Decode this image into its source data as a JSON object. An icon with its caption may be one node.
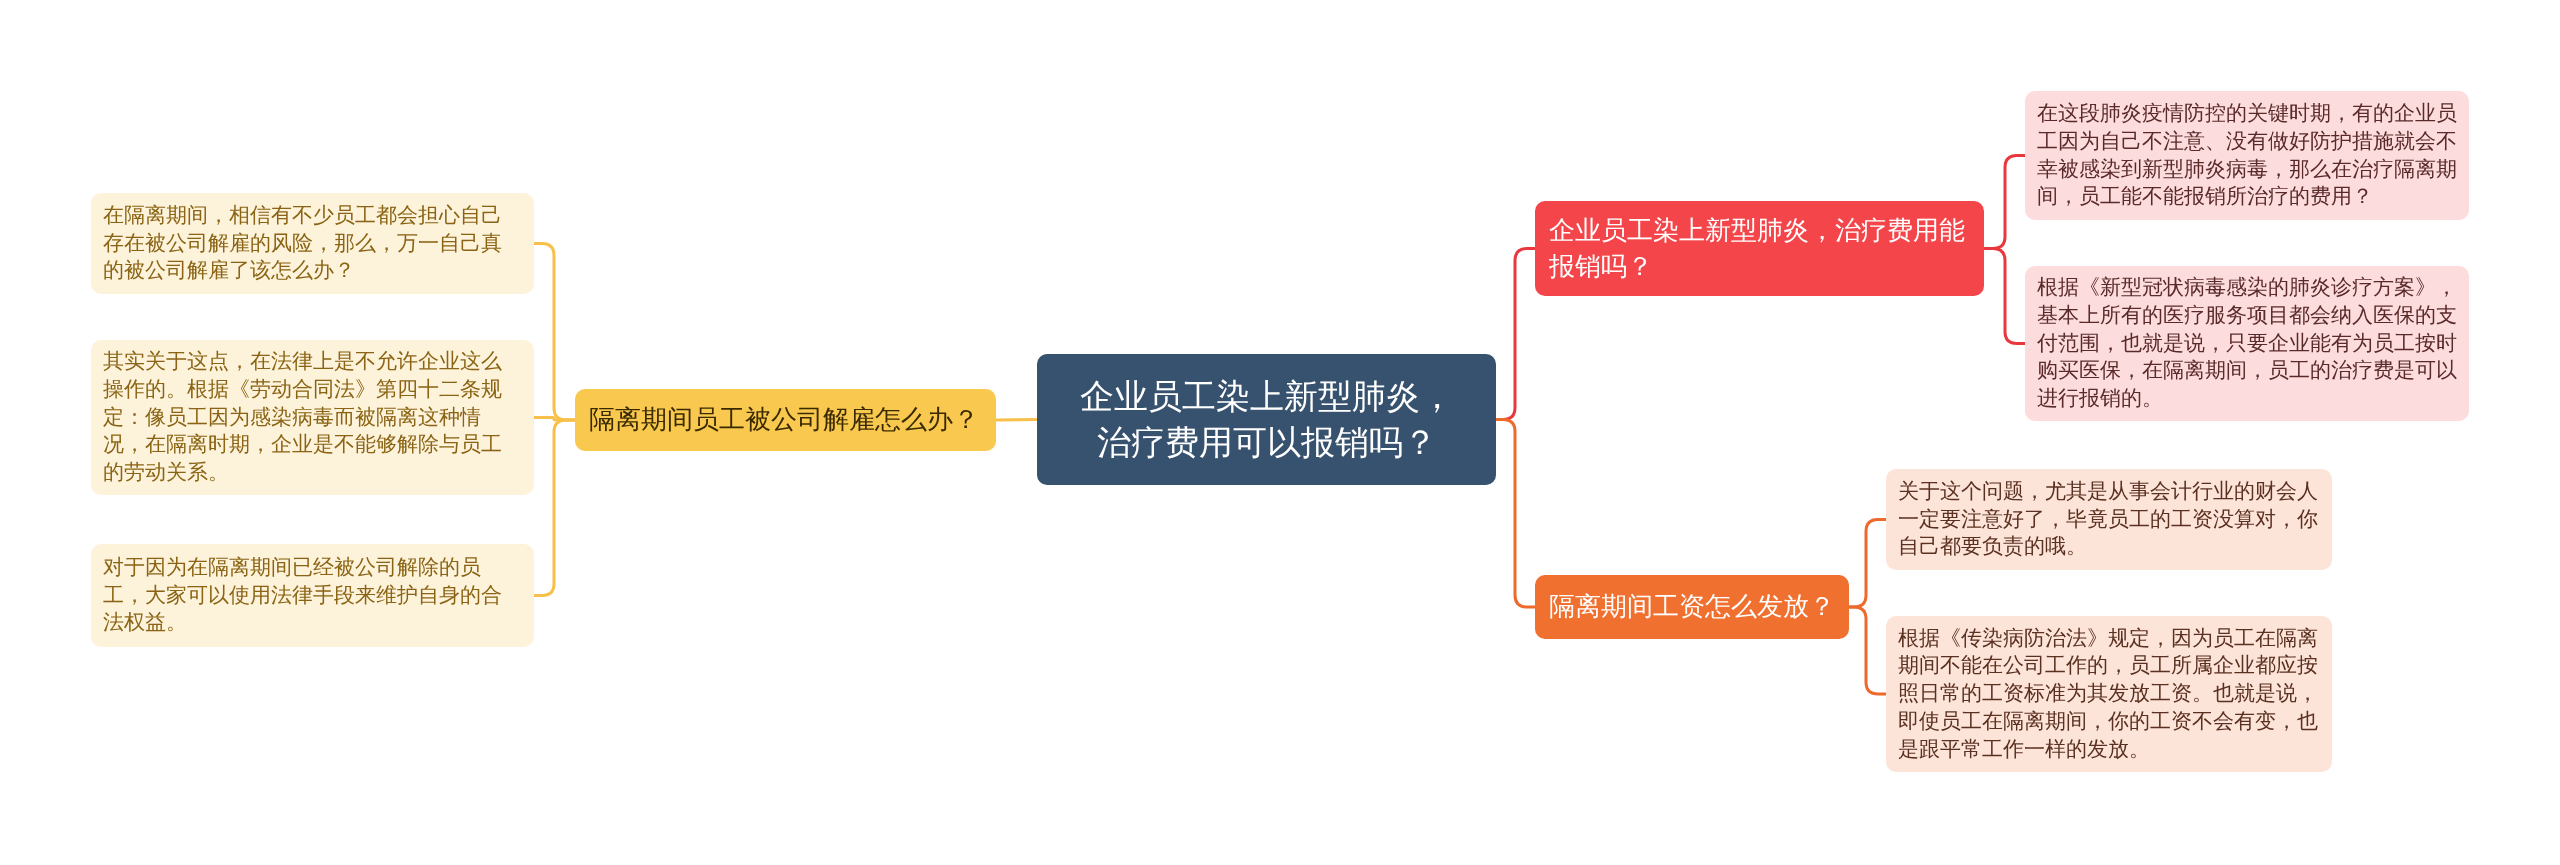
{
  "diagram": {
    "nodes": [
      {
        "text": [
          "企业员工染上新型肺炎，治疗费用可以报销吗？"
        ]
      },
      {
        "text": [
          "隔离期间员工被公司解雇怎么办？"
        ]
      },
      {
        "text": [
          "在隔离期间，相信有不少员工都会担心自己存在被公司解雇的风险，那么，万一自己真的被公司解雇了该怎么办？"
        ]
      },
      {
        "text": [
          "其实关于这点，在法律上是不允许企业这么操作的。根据《劳动合同法》第四十二条规定：像员工因为感染病毒而被隔离这种情况，在隔离时期，企业是不能够解除与员工的劳动关系。"
        ]
      },
      {
        "text": [
          "对于因为在隔离期间已经被公司解除的员工，大家可以使用法律手段来维护自身的合法权益。"
        ]
      },
      {
        "text": [
          "企业员工染上新型肺炎，治疗费用能报销吗？"
        ]
      },
      {
        "text": [
          "在这段肺炎疫情防控的关键时期，有的企业员工因为自己不注意、没有做好防护措施就会不幸被感染到新型肺炎病毒，那么在治疗隔离期间，员工能不能报销所治疗的费用？"
        ]
      },
      {
        "text": [
          "根据《新型冠状病毒感染的肺炎诊疗方案》，基本上所有的医疗服务项目都会纳入医保的支付范围，也就是说，只要企业能有为员工按时购买医保，在隔离期间，员工的治疗费是可以进行报销的。"
        ]
      },
      {
        "text": [
          "隔离期间工资怎么发放？"
        ]
      },
      {
        "text": [
          "关于这个问题，尤其是从事会计行业的财会人一定要注意好了，毕竟员工的工资没算对，你自己都要负责的哦。"
        ]
      },
      {
        "text": [
          "根据《传染病防治法》规定，因为员工在隔离期间不能在公司工作的，员工所属企业都应按照日常的工资标准为其发放工资。也就是说，即使员工在隔离期间，你的工资不会有变，也是跟平常工作一样的发放。"
        ]
      }
    ],
    "edges": [
      {
        "from": 0,
        "to": 1,
        "arrow": "none",
        "color": "#f6c04a"
      },
      {
        "from": 1,
        "to": 2,
        "arrow": "none",
        "color": "#f6c04a"
      },
      {
        "from": 1,
        "to": 3,
        "arrow": "none",
        "color": "#f6c04a"
      },
      {
        "from": 1,
        "to": 4,
        "arrow": "none",
        "color": "#f6c04a"
      },
      {
        "from": 0,
        "to": 5,
        "arrow": "none",
        "color": "#e8383d"
      },
      {
        "from": 5,
        "to": 6,
        "arrow": "none",
        "color": "#e8383d"
      },
      {
        "from": 5,
        "to": 7,
        "arrow": "none",
        "color": "#e8383d"
      },
      {
        "from": 0,
        "to": 8,
        "arrow": "none",
        "color": "#ee6a2c"
      },
      {
        "from": 8,
        "to": 9,
        "arrow": "none",
        "color": "#ee6a2c"
      },
      {
        "from": 8,
        "to": 10,
        "arrow": "none",
        "color": "#ee6a2c"
      }
    ]
  }
}
